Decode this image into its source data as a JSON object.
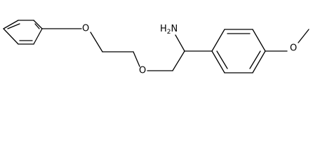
{
  "molecule": {
    "atoms": {
      "amine": "H2N",
      "ether_oxygen_phenoxy": "O",
      "ether_oxygen_chain": "O",
      "methoxy_oxygen": "O"
    }
  },
  "colors": {
    "bond": "#000000",
    "text": "#000000",
    "background": "#ffffff"
  }
}
